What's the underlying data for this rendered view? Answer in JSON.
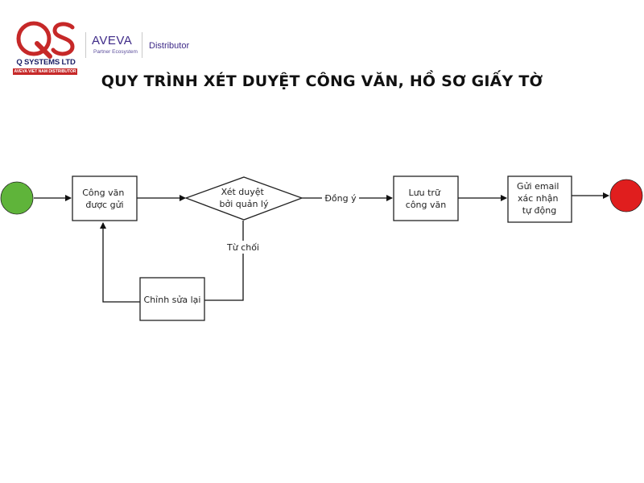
{
  "header": {
    "company_name": "Q SYSTEMS LTD",
    "company_tagline": "AVEVA VIET NAM DISTRIBUTOR",
    "partner_brand": "AVEVA",
    "partner_sub": "Partner Ecosystem",
    "partner_role": "Distributor"
  },
  "title": "QUY TRÌNH XÉT DUYỆT CÔNG VĂN, HỒ SƠ GIẤY TỜ",
  "flow": {
    "nodes": {
      "submitted": [
        "Công văn",
        "được gửi"
      ],
      "review": [
        "Xét duyệt",
        "bởi quản lý"
      ],
      "archive": [
        "Lưu trữ",
        "công văn"
      ],
      "email": [
        "Gửi email",
        "xác nhận",
        "tự động"
      ],
      "revise": [
        "Chỉnh sửa lại"
      ]
    },
    "edges": {
      "approve_label": "Đồng ý",
      "reject_label": "Từ chối"
    }
  },
  "colors": {
    "start_node": "#5fb43a",
    "end_node": "#e01e1e",
    "logo_red": "#c62828",
    "logo_navy": "#1b1f66",
    "brand_purple": "#3e2a88"
  }
}
